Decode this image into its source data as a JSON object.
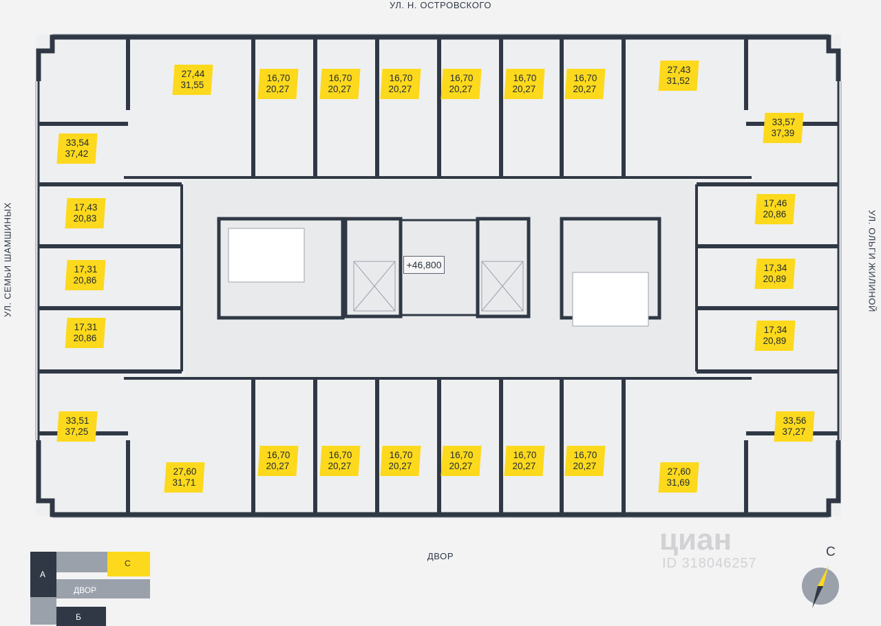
{
  "streets": {
    "top": "УЛ. Н. ОСТРОВСКОГО",
    "bottom": "ДВОР",
    "left": "УЛ. СЕМЬИ ШАМШИНЫХ",
    "right": "УЛ. ОЛЬГИ ЖИЛИНОЙ"
  },
  "elevation": "+46,800",
  "apartments": [
    {
      "id": "t1",
      "living": "27,44",
      "total": "31,55"
    },
    {
      "id": "t2",
      "living": "16,70",
      "total": "20,27"
    },
    {
      "id": "t3",
      "living": "16,70",
      "total": "20,27"
    },
    {
      "id": "t4",
      "living": "16,70",
      "total": "20,27"
    },
    {
      "id": "t5",
      "living": "16,70",
      "total": "20,27"
    },
    {
      "id": "t6",
      "living": "16,70",
      "total": "20,27"
    },
    {
      "id": "t7",
      "living": "16,70",
      "total": "20,27"
    },
    {
      "id": "t8",
      "living": "27,43",
      "total": "31,52"
    },
    {
      "id": "l1",
      "living": "33,54",
      "total": "37,42"
    },
    {
      "id": "l2",
      "living": "17,43",
      "total": "20,83"
    },
    {
      "id": "l3",
      "living": "17,31",
      "total": "20,86"
    },
    {
      "id": "l4",
      "living": "17,31",
      "total": "20,86"
    },
    {
      "id": "l5",
      "living": "33,51",
      "total": "37,25"
    },
    {
      "id": "r1",
      "living": "33,57",
      "total": "37,39"
    },
    {
      "id": "r2",
      "living": "17,46",
      "total": "20,86"
    },
    {
      "id": "r3",
      "living": "17,34",
      "total": "20,89"
    },
    {
      "id": "r4",
      "living": "17,34",
      "total": "20,89"
    },
    {
      "id": "r5",
      "living": "33,56",
      "total": "37,27"
    },
    {
      "id": "b1",
      "living": "27,60",
      "total": "31,71"
    },
    {
      "id": "b2",
      "living": "16,70",
      "total": "20,27"
    },
    {
      "id": "b3",
      "living": "16,70",
      "total": "20,27"
    },
    {
      "id": "b4",
      "living": "16,70",
      "total": "20,27"
    },
    {
      "id": "b5",
      "living": "16,70",
      "total": "20,27"
    },
    {
      "id": "b6",
      "living": "16,70",
      "total": "20,27"
    },
    {
      "id": "b7",
      "living": "16,70",
      "total": "20,27"
    },
    {
      "id": "b8",
      "living": "27,60",
      "total": "31,69"
    }
  ],
  "key_plan": {
    "section_a": "А",
    "section_c": "С",
    "section_b": "Б",
    "yard": "ДВОР"
  },
  "compass": "С",
  "watermark": {
    "brand": "циан",
    "id": "ID 318046257"
  },
  "colors": {
    "highlight": "#fcd91c",
    "wall": "#2f3844",
    "floor": "#eeeff1"
  }
}
